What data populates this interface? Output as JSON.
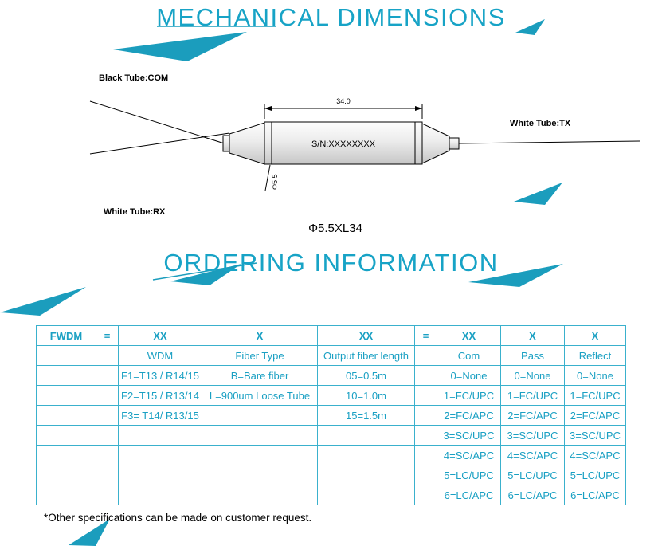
{
  "accent": "#17a3c6",
  "decor_color": "#1b9dbd",
  "page": {
    "section1_title": "MECHANICAL DIMENSIONS",
    "section2_title": "ORDERING INFORMATION",
    "footer_note": "*Other specifications can be made on customer request."
  },
  "diagram": {
    "black_tube_label": "Black Tube:COM",
    "white_tube_rx_label": "White Tube:RX",
    "white_tube_tx_label": "White Tube:TX",
    "serial_text": "S/N:XXXXXXXX",
    "length_dimension": "34.0",
    "diameter_dimension": "Φ5.5",
    "size_label": "Φ5.5XL34"
  },
  "ordering_table": {
    "header_row": [
      "FWDM",
      "=",
      "XX",
      "X",
      "XX",
      "=",
      "XX",
      "X",
      "X"
    ],
    "subheader_row": [
      "",
      "",
      "WDM",
      "Fiber Type",
      "Output fiber length",
      "",
      "Com",
      "Pass",
      "Reflect"
    ],
    "rows": [
      [
        "",
        "",
        "F1=T13 / R14/15",
        "B=Bare fiber",
        "05=0.5m",
        "",
        "0=None",
        "0=None",
        "0=None"
      ],
      [
        "",
        "",
        "F2=T15 / R13/14",
        "L=900um Loose Tube",
        "10=1.0m",
        "",
        "1=FC/UPC",
        "1=FC/UPC",
        "1=FC/UPC"
      ],
      [
        "",
        "",
        "F3= T14/ R13/15",
        "",
        "15=1.5m",
        "",
        "2=FC/APC",
        "2=FC/APC",
        "2=FC/APC"
      ],
      [
        "",
        "",
        "",
        "",
        "",
        "",
        "3=SC/UPC",
        "3=SC/UPC",
        "3=SC/UPC"
      ],
      [
        "",
        "",
        "",
        "",
        "",
        "",
        "4=SC/APC",
        "4=SC/APC",
        "4=SC/APC"
      ],
      [
        "",
        "",
        "",
        "",
        "",
        "",
        "5=LC/UPC",
        "5=LC/UPC",
        "5=LC/UPC"
      ],
      [
        "",
        "",
        "",
        "",
        "",
        "",
        "6=LC/APC",
        "6=LC/APC",
        "6=LC/APC"
      ]
    ]
  }
}
